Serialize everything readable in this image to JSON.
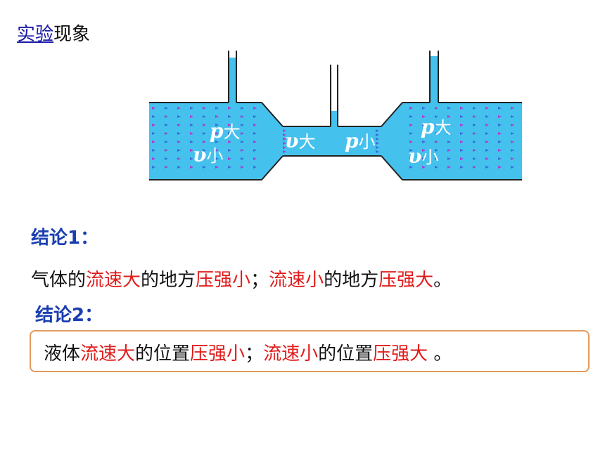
{
  "title": {
    "link": "实验",
    "rest": "现象"
  },
  "diagram": {
    "left": {
      "p": "p",
      "p_suffix": "大",
      "v": "υ",
      "v_suffix": "小"
    },
    "middle_v": {
      "v": "υ",
      "v_suffix": "大"
    },
    "middle_p": {
      "p": "p",
      "p_suffix": "小"
    },
    "right": {
      "p": "p",
      "p_suffix": "大",
      "v": "υ",
      "v_suffix": "小"
    },
    "colors": {
      "water": "#45c1ee",
      "tube": "#222222",
      "arrow_a": "#3a6ad8",
      "arrow_b": "#b03ad0"
    }
  },
  "conclusion1": {
    "head": "结论1：",
    "parts": [
      "气体的",
      "流速大",
      "的地方",
      "压强小",
      "；",
      "流速小",
      "的地方",
      "压强大",
      "。"
    ]
  },
  "conclusion2": {
    "head": "结论2：",
    "parts": [
      "液体",
      "流速大",
      "的位置",
      "压强小",
      "；",
      "流速小",
      "的位置",
      "压强大",
      " 。"
    ]
  }
}
